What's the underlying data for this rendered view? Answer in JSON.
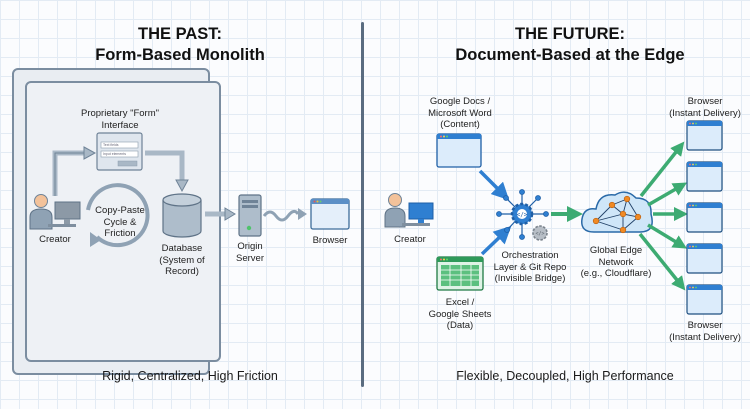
{
  "past": {
    "title_line1": "THE PAST:",
    "title_line2": "Form-Based Monolith",
    "form_label": "Proprietary \"Form\" Interface",
    "form_label_line1": "Proprietary \"Form\"",
    "form_label_line2": "Interface",
    "form_fields": [
      "Text fields",
      "Input elements"
    ],
    "creator_label": "Creator",
    "cycle_label_line1": "Copy-Paste",
    "cycle_label_line2": "Cycle &",
    "cycle_label_line3": "Friction",
    "database_label_line1": "Database",
    "database_label_line2": "(System of",
    "database_label_line3": "Record)",
    "server_label_line1": "Origin",
    "server_label_line2": "Server",
    "browser_label": "Browser",
    "footer": "Rigid, Centralized, High Friction"
  },
  "future": {
    "title_line1": "THE FUTURE:",
    "title_line2": "Document-Based at the Edge",
    "docs_label_line1": "Google Docs /",
    "docs_label_line2": "Microsoft Word",
    "docs_label_line3": "(Content)",
    "creator_label": "Creator",
    "sheets_label_line1": "Excel /",
    "sheets_label_line2": "Google Sheets",
    "sheets_label_line3": "(Data)",
    "orchestration_label_line1": "Orchestration",
    "orchestration_label_line2": "Layer & Git Repo",
    "orchestration_label_line3": "(Invisible Bridge)",
    "edge_label_line1": "Global Edge",
    "edge_label_line2": "Network",
    "edge_label_line3": "(e.g., Cloudflare)",
    "browser_top_line1": "Browser",
    "browser_top_line2": "(Instant Delivery)",
    "browser_bottom_line1": "Browser",
    "browser_bottom_line2": "(Instant Delivery)",
    "browser_count": 5,
    "footer": "Flexible, Decoupled, High Performance"
  },
  "colors": {
    "past_stroke": "#5f7387",
    "past_fill": "#b9c7d4",
    "future_blue": "#2f7fd1",
    "future_window_fill": "#dcecfb",
    "green_arrow": "#3dab72",
    "sheets_green": "#2f9a5a",
    "edge_cloud": "#cfe6f8",
    "node_orange": "#f08a24"
  }
}
